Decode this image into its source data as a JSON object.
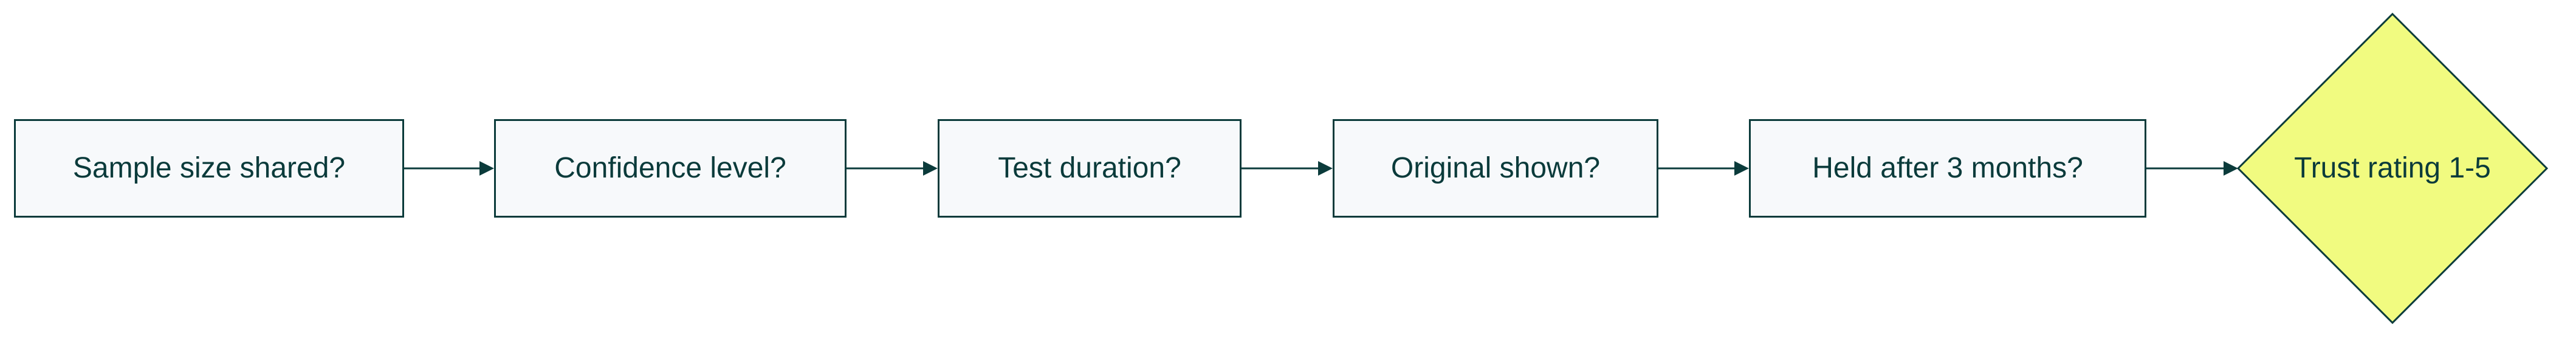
{
  "diagram": {
    "type": "flowchart",
    "direction": "left-to-right",
    "colors": {
      "stroke": "#0B3B3B",
      "text": "#0B3B3B",
      "box_fill": "#F7F9FB",
      "decision_fill": "#F1FB80",
      "background": "#FFFFFF"
    },
    "nodes": [
      {
        "id": "n1",
        "shape": "rectangle",
        "label": "Sample size shared?"
      },
      {
        "id": "n2",
        "shape": "rectangle",
        "label": "Confidence level?"
      },
      {
        "id": "n3",
        "shape": "rectangle",
        "label": "Test duration?"
      },
      {
        "id": "n4",
        "shape": "rectangle",
        "label": "Original shown?"
      },
      {
        "id": "n5",
        "shape": "rectangle",
        "label": "Held after 3 months?"
      },
      {
        "id": "n6",
        "shape": "diamond",
        "label": "Trust rating 1-5"
      }
    ],
    "edges": [
      {
        "from": "n1",
        "to": "n2"
      },
      {
        "from": "n2",
        "to": "n3"
      },
      {
        "from": "n3",
        "to": "n4"
      },
      {
        "from": "n4",
        "to": "n5"
      },
      {
        "from": "n5",
        "to": "n6"
      }
    ]
  }
}
